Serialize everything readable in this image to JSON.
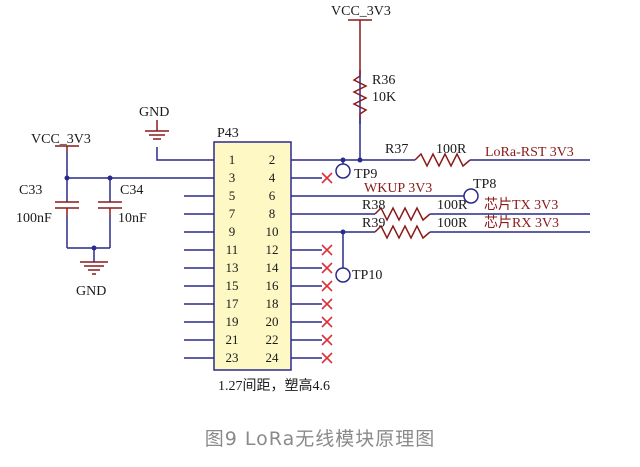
{
  "colors": {
    "wire": "#2a2a8a",
    "component": "#8b1a1a",
    "body_fill": "#fdf8c4",
    "x_mark": "#e0303a",
    "text": "#1a1a1a",
    "caption": "#8a8a8a"
  },
  "labels": {
    "vcc_top": "VCC_3V3",
    "r36_ref": "R36",
    "r36_val": "10K",
    "gnd_top": "GND",
    "vcc_left": "VCC_3V3",
    "p43": "P43",
    "r37_ref": "R37",
    "r37_val": "100R",
    "lora_rst": "LoRa-RST 3V3",
    "tp9": "TP9",
    "tp8": "TP8",
    "wkup": "WKUP 3V3",
    "r38_ref": "R38",
    "r38_val": "100R",
    "chip_tx": "芯片TX 3V3",
    "r39_ref": "R39",
    "r39_val": "100R",
    "chip_rx": "芯片RX 3V3",
    "tp10": "TP10",
    "c33_ref": "C33",
    "c33_val": "100nF",
    "c34_ref": "C34",
    "c34_val": "10nF",
    "gnd_bottom": "GND",
    "connector_note": "1.27间距，塑高4.6"
  },
  "pins_left": [
    "1",
    "3",
    "5",
    "7",
    "9",
    "11",
    "13",
    "15",
    "17",
    "19",
    "21",
    "23"
  ],
  "pins_right": [
    "2",
    "4",
    "6",
    "8",
    "10",
    "12",
    "14",
    "16",
    "18",
    "20",
    "22",
    "24"
  ],
  "no_connect_pins": [
    "4",
    "12",
    "14",
    "16",
    "18",
    "20",
    "22",
    "24"
  ],
  "caption": "图9 LoRa无线模块原理图"
}
